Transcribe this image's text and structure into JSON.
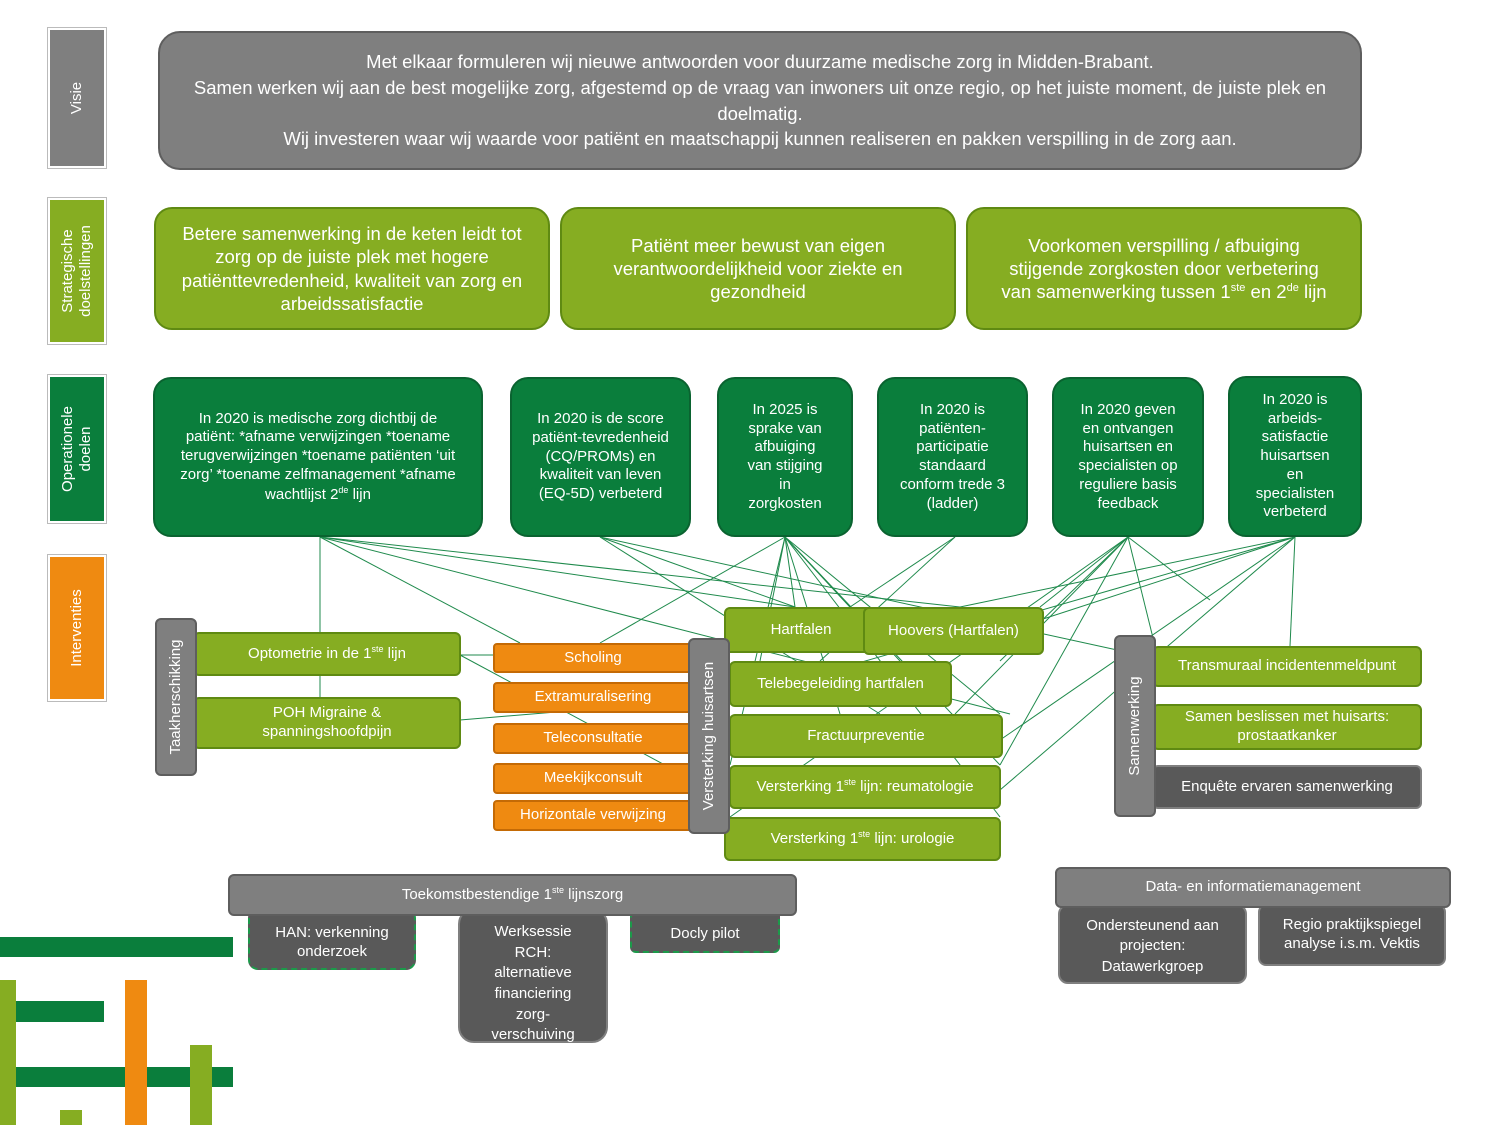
{
  "side_labels": {
    "visie": "Visie",
    "strategisch": [
      "Strategische",
      "doelstellingen"
    ],
    "operationeel": [
      "Operationele",
      "doelen"
    ],
    "interventies": "Interventies"
  },
  "vision": [
    "Met elkaar formuleren wij nieuwe antwoorden voor duurzame medische zorg in Midden-Brabant.",
    "Samen werken wij aan de best mogelijke zorg, afgestemd op de vraag van inwoners uit onze regio, op het juiste moment, de juiste plek en doelmatig.",
    "Wij investeren waar wij waarde voor patiënt en maatschappij kunnen realiseren en pakken verspilling in de zorg aan."
  ],
  "strategic": [
    {
      "text": "Betere samenwerking in de keten leidt tot zorg op de juiste plek met hogere patiënttevredenheid, kwaliteit van zorg en arbeidssatisfactie"
    },
    {
      "text": "Patiënt meer bewust van eigen verantwoordelijkheid voor ziekte en gezondheid"
    },
    {
      "pre": "Voorkomen verspilling / afbuiging stijgende zorgkosten door verbetering van samenwerking tussen 1",
      "sup1": "ste",
      "mid": " en 2",
      "sup2": "de",
      "post": " lijn"
    }
  ],
  "operational": [
    {
      "pre": "In 2020 is medische zorg dichtbij de patiënt: *afname verwijzingen *toename terugverwijzingen *toename patiënten ‘uit zorg’ *toename zelfmanagement *afname wachtlijst 2",
      "sup": "de",
      "post": " lijn"
    },
    {
      "text": "In 2020 is de score patiënt-tevredenheid (CQ/PROMs) en kwaliteit van leven (EQ-5D) verbeterd"
    },
    {
      "text": "In 2025 is sprake van afbuiging van stijging in zorgkosten"
    },
    {
      "text": "In 2020 is patiënten-participatie standaard conform trede 3 (ladder)"
    },
    {
      "text": "In 2020 geven en ontvangen huisartsen en specialisten op reguliere basis feedback"
    },
    {
      "text": "In 2020 is arbeids-satisfactie huisartsen en specialisten verbeterd"
    }
  ],
  "groups": {
    "taakherschikking": "Taakherschikking",
    "versterking": "Versterking huisartsen",
    "samenwerking": "Samenwerking"
  },
  "interventions": {
    "optometrie": {
      "pre": "Optometrie in de 1",
      "sup": "ste",
      "post": " lijn"
    },
    "poh": "POH Migraine & spanningshoofdpijn",
    "scholing": "Scholing",
    "extramuralisering": "Extramuralisering",
    "teleconsultatie": "Teleconsultatie",
    "meekijkconsult": "Meekijkconsult",
    "horizontale": "Horizontale verwijzing",
    "hartfalen": "Hartfalen",
    "hoovers": "Hoovers (Hartfalen)",
    "telebegeleiding": "Telebegeleiding hartfalen",
    "fractuur": "Fractuurpreventie",
    "reumatologie": {
      "pre": "Versterking 1",
      "sup": "ste",
      "post": " lijn: reumatologie"
    },
    "urologie": {
      "pre": "Versterking 1",
      "sup": "ste",
      "post": " lijn: urologie"
    },
    "transmuraal": "Transmuraal incidentenmeldpunt",
    "samen_beslissen": "Samen beslissen met huisarts: prostaatkanker",
    "enquete": "Enquête ervaren samenwerking"
  },
  "bottom": {
    "toekomst": {
      "pre": "Toekomstbestendige 1",
      "sup": "ste",
      "post": " lijnszorg"
    },
    "han": "HAN: verkenning onderzoek",
    "werksessie": "Werksessie RCH: alternatieve financiering zorg-verschuiving",
    "docly": "Docly pilot",
    "data": "Data- en informatiemanagement",
    "ondersteunend": "Ondersteunend aan projecten: Datawerkgroep",
    "regio": "Regio praktijkspiegel analyse i.s.m. Vektis"
  },
  "colors": {
    "grey": "#7f7f7f",
    "dark_grey": "#595959",
    "light_green": "#86ad22",
    "dark_green": "#0a7e3c",
    "orange": "#ef8a11",
    "line": "#1f8a4c"
  }
}
